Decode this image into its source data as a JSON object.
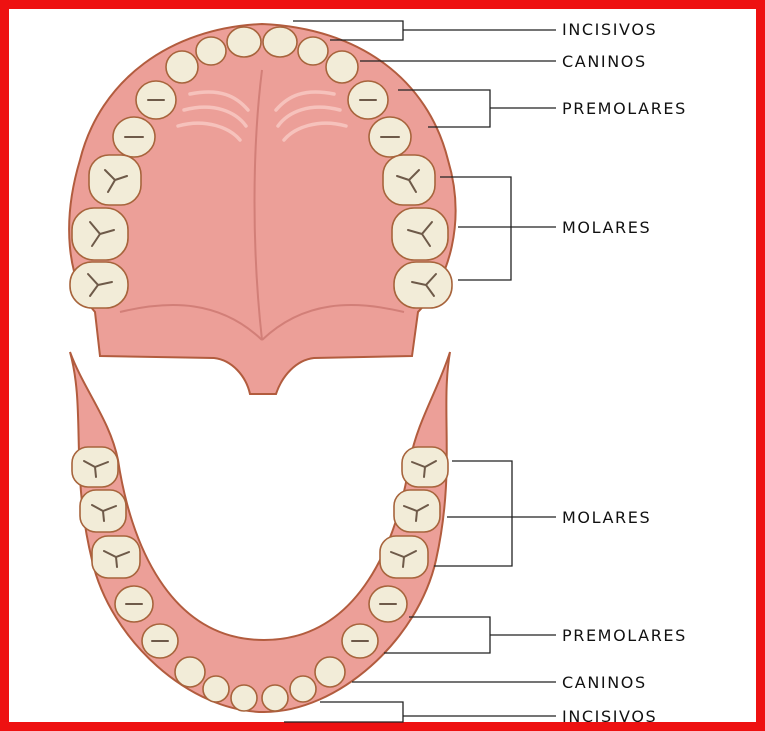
{
  "frame_color": "#ee1111",
  "gum_color": "#ec9f98",
  "tooth_color": "#f2ecd8",
  "upper_labels": {
    "incisors": "INCISIVOS",
    "canines": "CANINOS",
    "premolars": "PREMOLARES",
    "molars": "MOLARES"
  },
  "lower_labels": {
    "molars": "MOLARES",
    "premolars": "PREMOLARES",
    "canines": "CANINOS",
    "incisors": "INCISIVOS"
  }
}
